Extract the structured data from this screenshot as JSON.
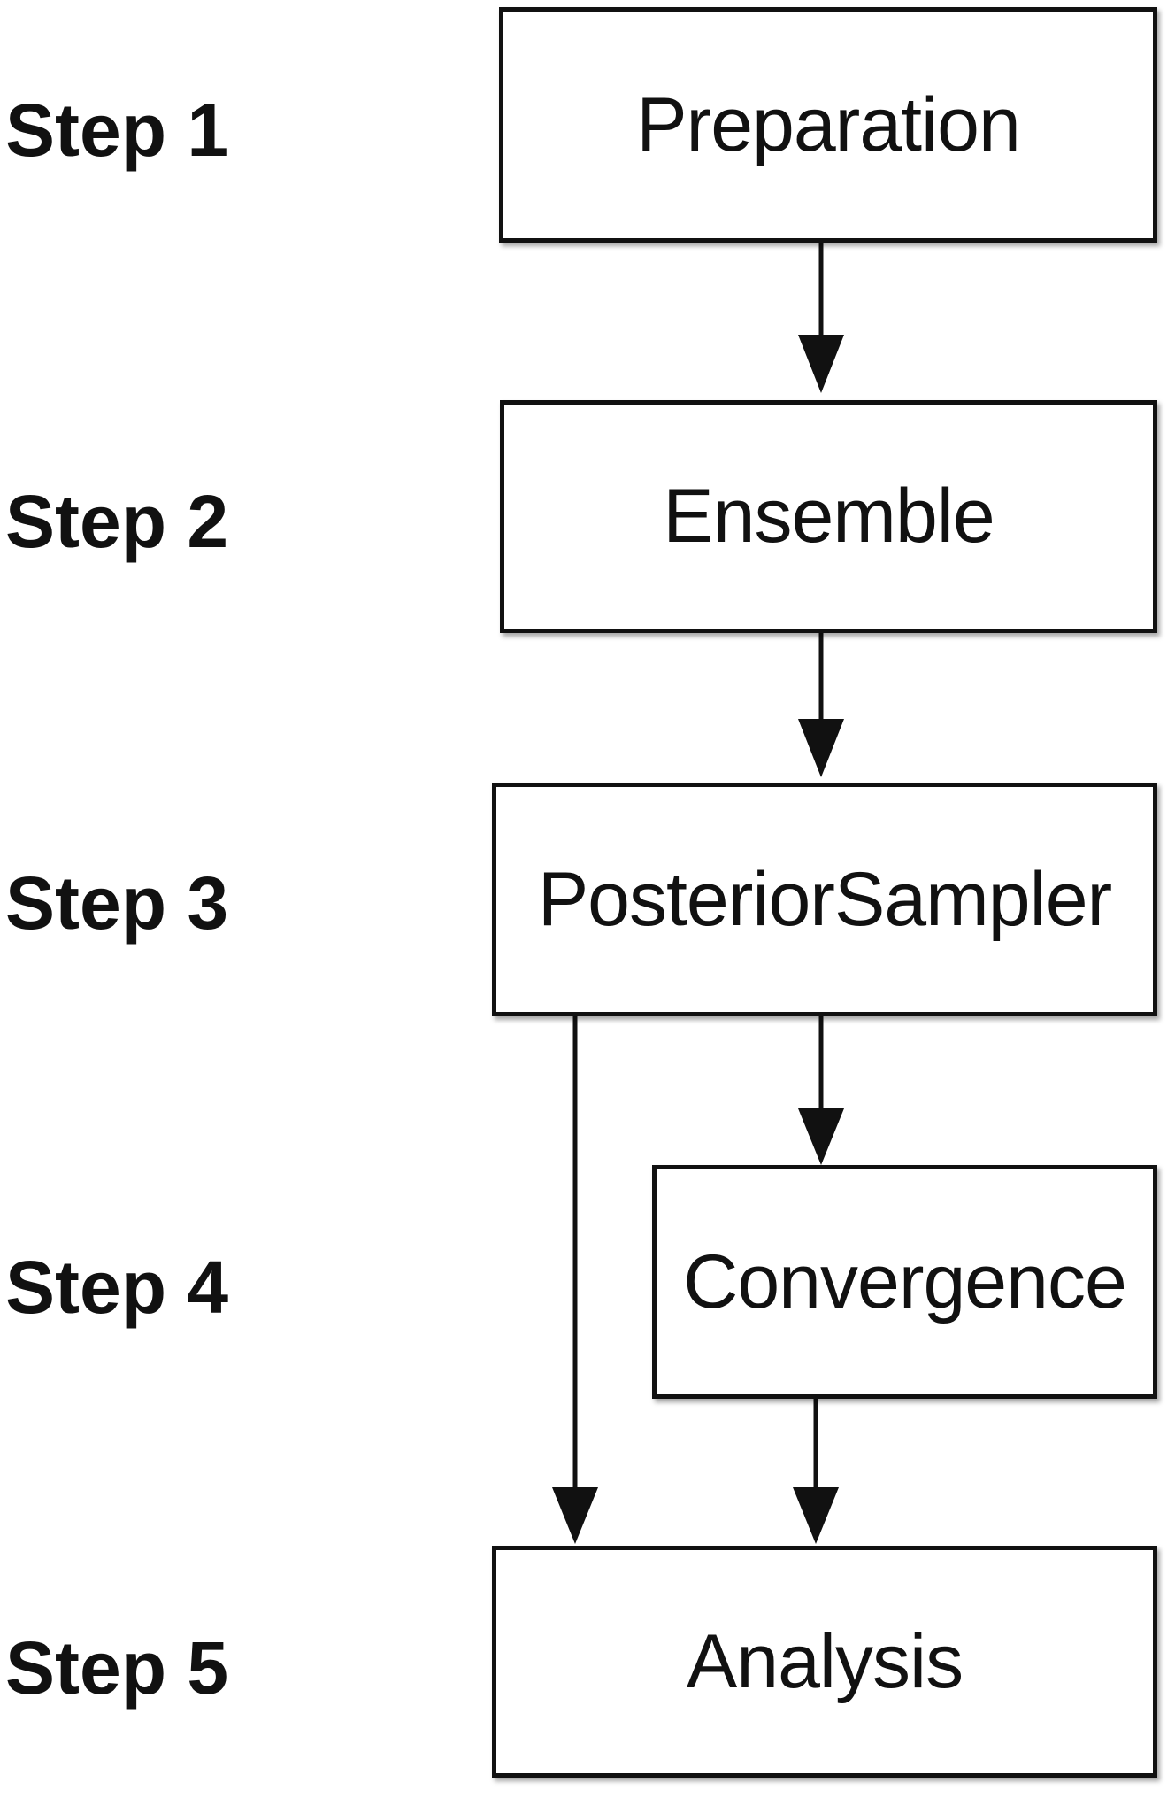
{
  "steps": [
    {
      "label": "Step 1"
    },
    {
      "label": "Step 2"
    },
    {
      "label": "Step 3"
    },
    {
      "label": "Step 4"
    },
    {
      "label": "Step 5"
    }
  ],
  "boxes": {
    "preparation": "Preparation",
    "ensemble": "Ensemble",
    "posterior_sampler": "PosteriorSampler",
    "convergence": "Convergence",
    "analysis": "Analysis"
  },
  "edges": [
    {
      "from": "Preparation",
      "to": "Ensemble"
    },
    {
      "from": "Ensemble",
      "to": "PosteriorSampler"
    },
    {
      "from": "PosteriorSampler",
      "to": "Convergence"
    },
    {
      "from": "PosteriorSampler",
      "to": "Analysis"
    },
    {
      "from": "Convergence",
      "to": "Analysis"
    }
  ],
  "colors": {
    "stroke": "#111111",
    "background": "#ffffff"
  }
}
